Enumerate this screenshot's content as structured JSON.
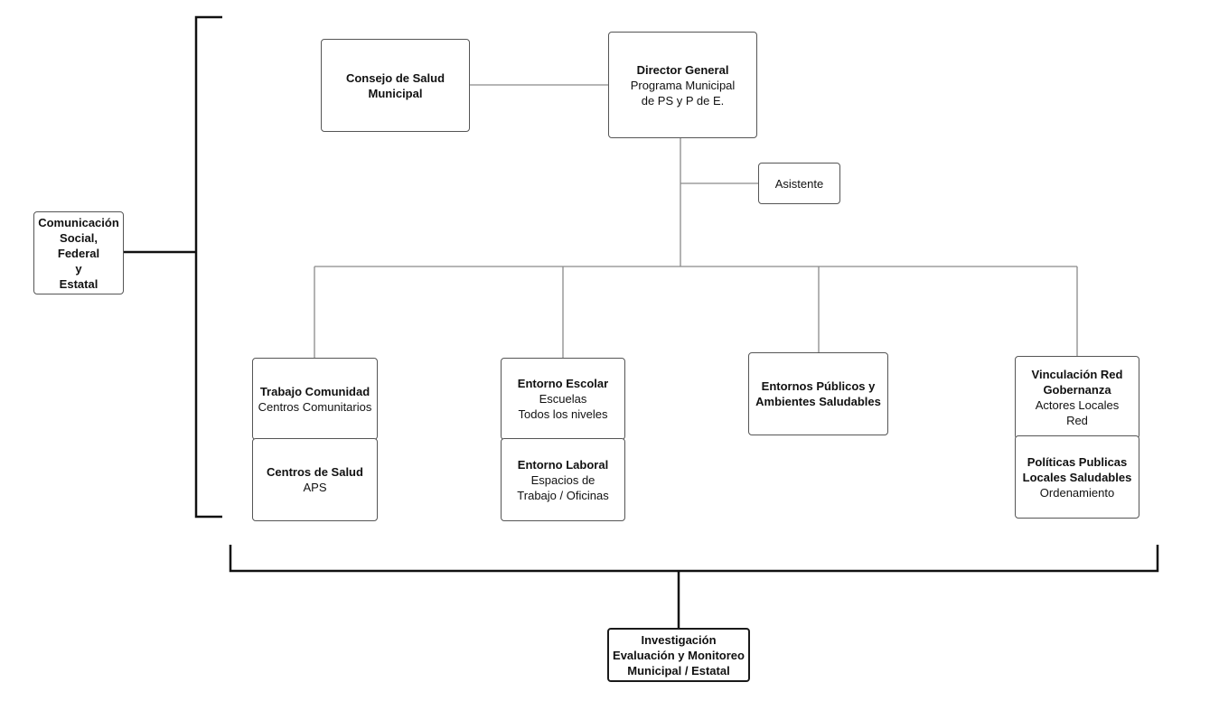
{
  "nodes": {
    "consejo": {
      "title": [
        "Consejo de Salud",
        "Municipal"
      ],
      "lines": []
    },
    "director": {
      "title": [
        "Director General"
      ],
      "lines": [
        "Programa Municipal",
        "de PS y P de E."
      ]
    },
    "asistente": {
      "title": [],
      "lines": [
        "Asistente"
      ]
    },
    "comunicacion": {
      "title": [
        "Comunicación",
        "Social,",
        "Federal",
        "y",
        "Estatal"
      ],
      "lines": []
    },
    "trabajo": {
      "title": [
        "Trabajo Comunidad"
      ],
      "lines": [
        "Centros Comunitarios"
      ]
    },
    "centros_salud": {
      "title": [
        "Centros de Salud"
      ],
      "lines": [
        "APS"
      ]
    },
    "escolar": {
      "title": [
        "Entorno Escolar"
      ],
      "lines": [
        "Escuelas",
        "Todos los niveles"
      ]
    },
    "laboral": {
      "title": [
        "Entorno Laboral"
      ],
      "lines": [
        "Espacios de",
        "Trabajo / Oficinas"
      ]
    },
    "publicos": {
      "title": [
        "Entornos Públicos y",
        "Ambientes Saludables"
      ],
      "lines": []
    },
    "vinculacion": {
      "title": [
        "Vinculación Red",
        "Gobernanza"
      ],
      "lines": [
        "Actores Locales",
        "Red"
      ]
    },
    "politicas": {
      "title": [
        "Políticas Publicas",
        "Locales Saludables"
      ],
      "lines": [
        "Ordenamiento"
      ]
    },
    "investigacion": {
      "title": [
        "Investigación",
        "Evaluación y Monitoreo",
        "Municipal / Estatal"
      ],
      "lines": []
    }
  }
}
